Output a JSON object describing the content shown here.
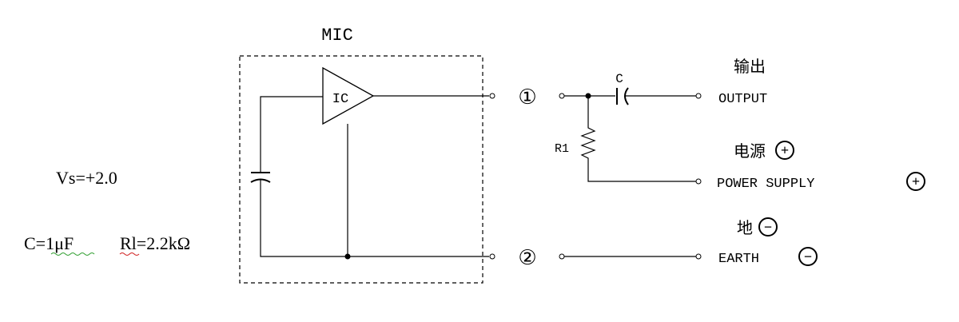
{
  "module": {
    "title": "MIC",
    "ic_label": "IC"
  },
  "pins": {
    "pin1": "①",
    "pin2": "②"
  },
  "components": {
    "capacitor_label": "C",
    "resistor_label": "R1"
  },
  "terminals": {
    "output_cn": "输出",
    "output_en": "OUTPUT",
    "power_cn": "电源",
    "power_en": "POWER SUPPLY",
    "earth_cn": "地",
    "earth_en": "EARTH"
  },
  "specs": {
    "vs": "Vs=+2.0",
    "c_value": "C=1μF",
    "r_value": "Rl=2.2kΩ"
  },
  "polarity": {
    "plus": "+",
    "minus": "−"
  }
}
